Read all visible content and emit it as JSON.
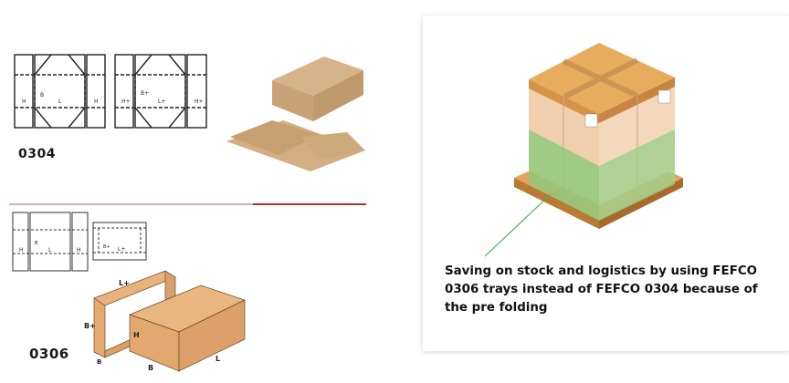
{
  "fefco_0304": {
    "code": "0304",
    "dieline_base_labels": [
      "H",
      "B",
      "L",
      "H"
    ],
    "dieline_lid_labels": [
      "H+",
      "B+",
      "L+",
      "H+"
    ]
  },
  "fefco_0306": {
    "code": "0306",
    "dieline_base_labels": [
      "H",
      "B",
      "L",
      "H"
    ],
    "dieline_sleeve_labels": [
      "B+",
      "L+"
    ],
    "box_labels": {
      "sleeve_length": "L+",
      "sleeve_width": "B+",
      "sleeve_depth": "B",
      "height": "H",
      "width": "B",
      "length": "L"
    }
  },
  "illustration": {
    "caption": "Saving on stock and logistics by using FEFCO 0306 trays instead of FEFCO 0304 because of the pre folding"
  },
  "colors": {
    "divider": "#a8323a",
    "callout_line": "#4caf50",
    "cardboard": "#d9b07a",
    "film": "#8cc97a"
  }
}
